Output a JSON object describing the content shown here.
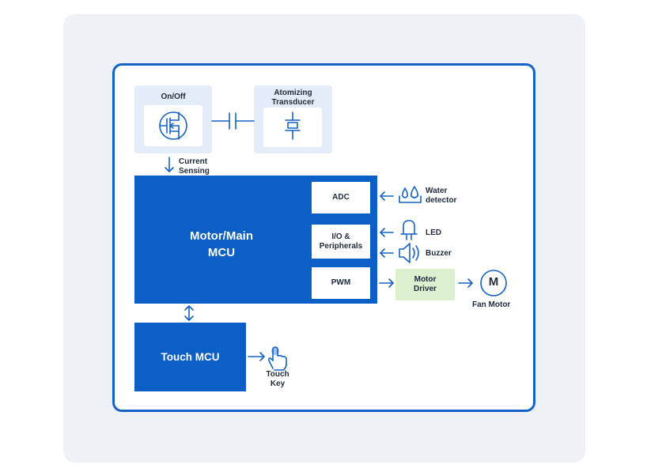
{
  "blocks": {
    "on_off": "On/Off",
    "transducer": "Atomizing\nTransducer",
    "current_sensing": "Current\nSensing",
    "main_mcu": "Motor/Main\nMCU",
    "adc": "ADC",
    "io": "I/O &\nPeripherals",
    "pwm": "PWM",
    "touch_mcu": "Touch MCU",
    "motor_driver": "Motor\nDriver"
  },
  "peripherals": {
    "water": "Water\ndetector",
    "led": "LED",
    "buzzer": "Buzzer",
    "fan_motor": "Fan Motor",
    "motor_symbol": "M",
    "touch_key": "Touch\nKey"
  },
  "icons": [
    "mosfet-icon",
    "capacitor-icon",
    "crystal-icon",
    "water-drop-icon",
    "led-icon",
    "speaker-icon",
    "motor-icon",
    "finger-touch-icon"
  ],
  "colors": {
    "mcu_blue": "#0b5fc7",
    "line_blue": "#1462c8",
    "driver_green": "#dcefcf",
    "light_box": "#e3ecf8"
  }
}
